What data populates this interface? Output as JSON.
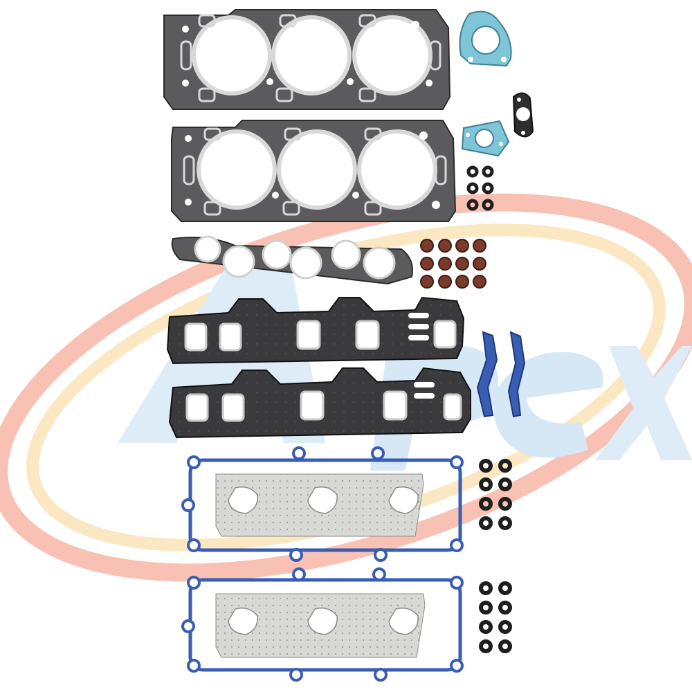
{
  "image": {
    "brand_watermark": "Apex",
    "colors": {
      "background": "#ffffff",
      "swoosh_outer": "#f7b7a8",
      "swoosh_mid": "#fbe3b7",
      "watermark_blue": "#bcd9f0",
      "head_gasket_fill": "#5b5b5e",
      "head_gasket_rim": "#d9d9d9",
      "manifold_fill": "#3c3c3e",
      "manifold_port_rim": "#c9c9c9",
      "cover_blue": "#3a5db4",
      "exhaust_fill": "#d8d8d4",
      "seal_light_blue": "#7fc5d8",
      "o_ring": "#1e1e1e",
      "valve_seal": "#7a3b2c"
    },
    "parts": {
      "head_gaskets": 2,
      "intake_manifold_gaskets": 2,
      "valve_cover_gaskets": 2,
      "exhaust_manifold_gaskets": 2,
      "thermostat_gaskets": 2,
      "egr_gasket": 1,
      "timing_cover_seals": 2,
      "valve_stem_seals": 12,
      "spark_plug_tube_seals": 8,
      "valve_cover_grommets": 16
    }
  }
}
